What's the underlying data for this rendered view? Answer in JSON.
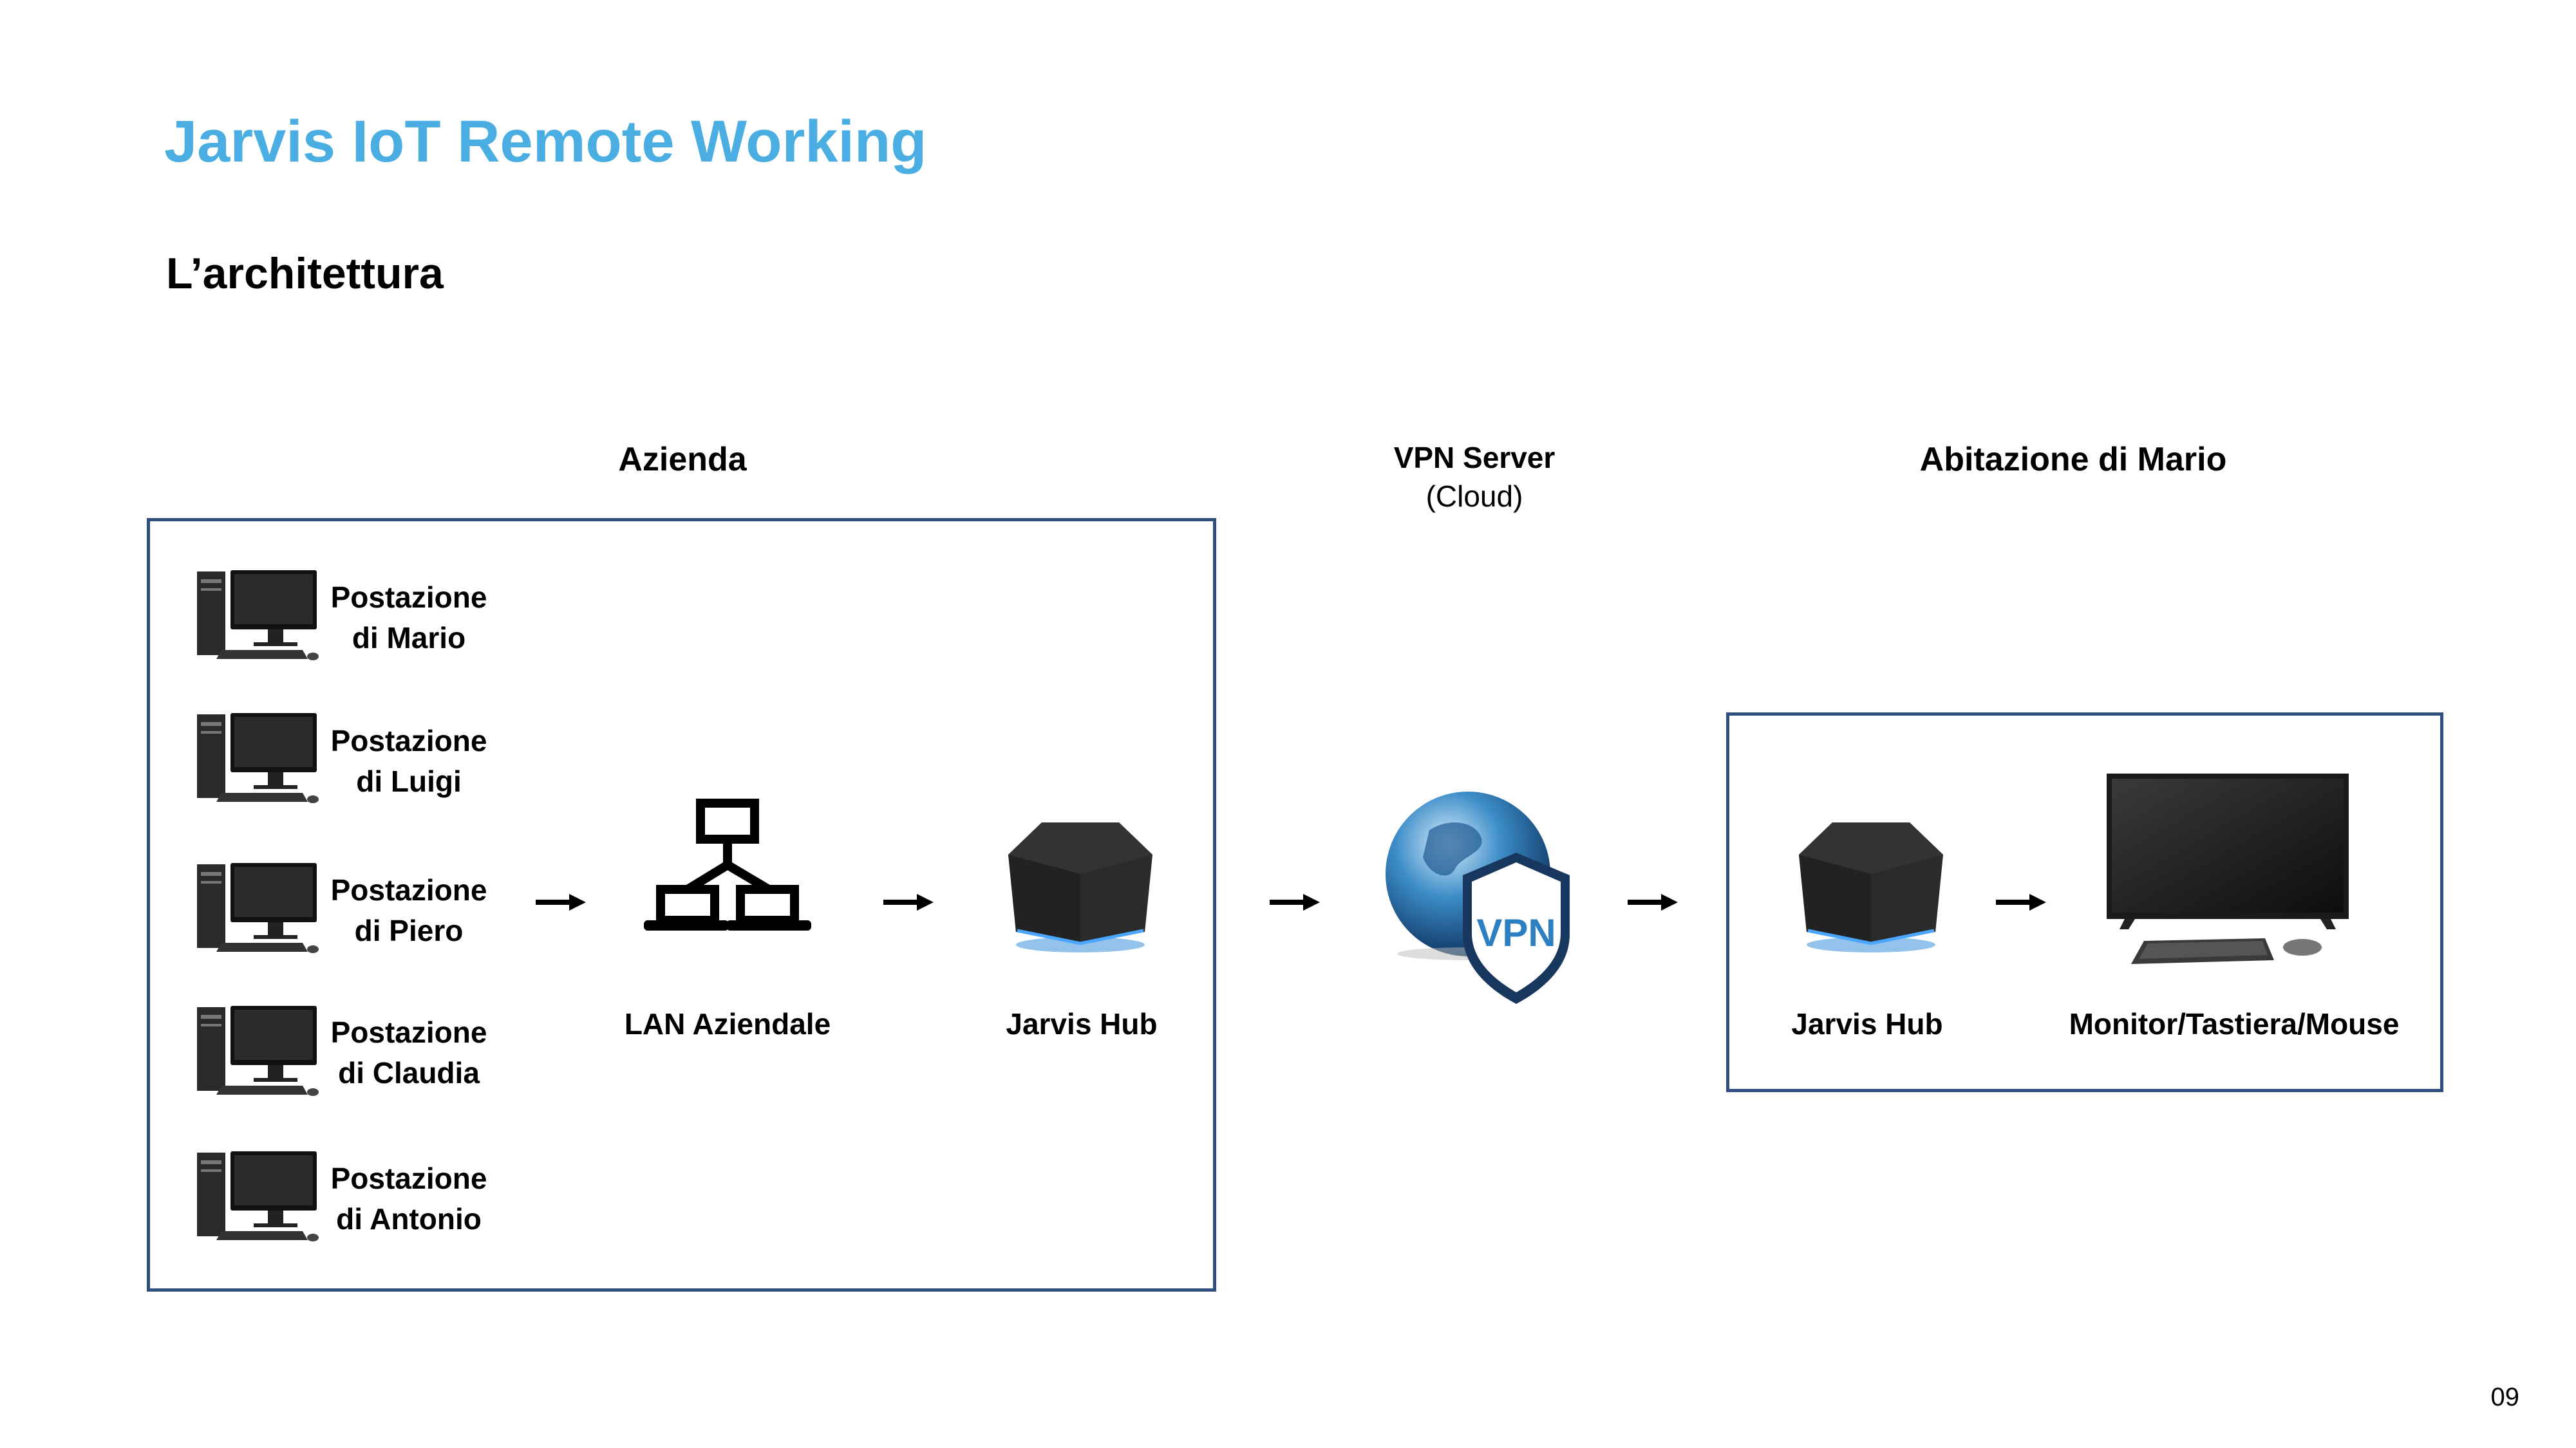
{
  "slide": {
    "title": "Jarvis IoT Remote Working",
    "subtitle": "L’architettura",
    "page_number": "09"
  },
  "sections": {
    "company": {
      "heading": "Azienda"
    },
    "vpn": {
      "heading": "VPN Server",
      "subheading": "(Cloud)"
    },
    "home": {
      "heading": "Abitazione di Mario"
    }
  },
  "workstations": [
    {
      "line1": "Postazione",
      "line2": "di Mario"
    },
    {
      "line1": "Postazione",
      "line2": "di Luigi"
    },
    {
      "line1": "Postazione",
      "line2": "di Piero"
    },
    {
      "line1": "Postazione",
      "line2": "di Claudia"
    },
    {
      "line1": "Postazione",
      "line2": "di Antonio"
    }
  ],
  "nodes": {
    "lan": "LAN Aziendale",
    "company_hub": "Jarvis Hub",
    "vpn_badge": "VPN",
    "home_hub": "Jarvis Hub",
    "peripherals": "Monitor/Tastiera/Mouse"
  },
  "icons": [
    "desktop-computer-icon",
    "network-lan-icon",
    "hub-device-icon",
    "globe-vpn-icon",
    "tv-monitor-icon",
    "keyboard-icon",
    "mouse-icon",
    "arrow-right-icon"
  ],
  "colors": {
    "title": "#4aaee3",
    "frame": "#2f4f7f",
    "hub_glow": "#3a8fd8",
    "vpn_blue": "#2c7fc1"
  }
}
